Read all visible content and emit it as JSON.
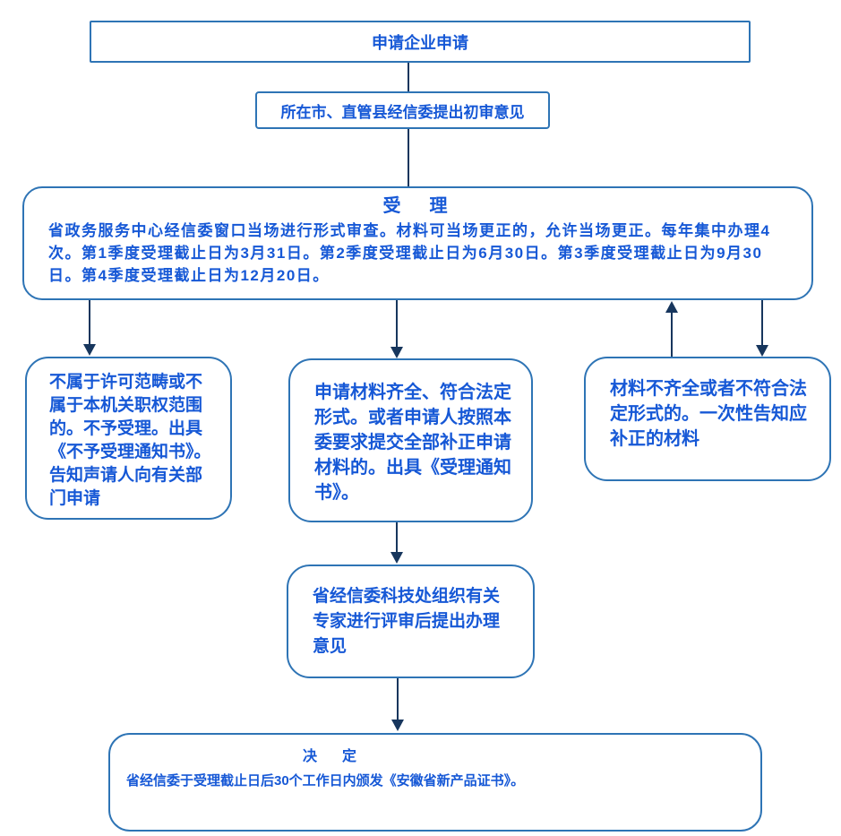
{
  "colors": {
    "text": "#1658d6",
    "border": "#2e74b5",
    "arrow": "#17365d",
    "bg": "#ffffff"
  },
  "flowchart": {
    "nodes": {
      "apply": {
        "text": "申请企业申请"
      },
      "preliminary": {
        "text": "所在市、直管县经信委提出初审意见"
      },
      "accept": {
        "title": "受　理",
        "body": "省政务服务中心经信委窗口当场进行形式审查。材料可当场更正的，允许当场更正。每年集中办理4次。第1季度受理截止日为3月31日。第2季度受理截止日为6月30日。第3季度受理截止日为9月30日。第4季度受理截止日为12月20日。"
      },
      "reject": {
        "text": "不属于许可范畴或不属于本机关职权范围的。不予受理。出具《不予受理通知书》。告知声请人向有关部门申请"
      },
      "complete": {
        "text": "申请材料齐全、符合法定形式。或者申请人按照本委要求提交全部补正申请材料的。出具《受理通知书》。"
      },
      "incomplete": {
        "text": "材料不齐全或者不符合法定形式的。一次性告知应补正的材料"
      },
      "review": {
        "text": "省经信委科技处组织有关专家进行评审后提出办理意见"
      },
      "decision": {
        "title": "决　定",
        "body": "省经信委于受理截止日后30个工作日内颁发《安徽省新产品证书》。"
      }
    }
  }
}
